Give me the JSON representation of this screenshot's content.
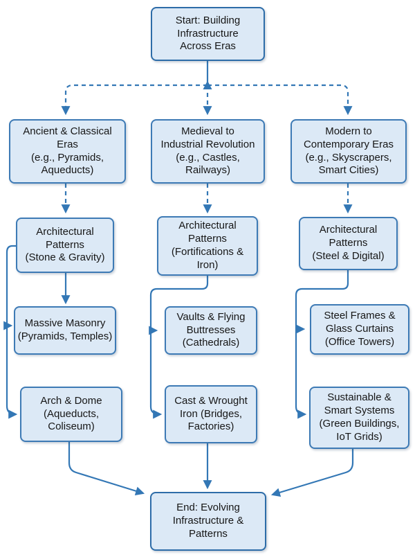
{
  "diagram": {
    "type": "flowchart",
    "direction": "top-down",
    "colors": {
      "background": "#ffffff",
      "node_fill": "#dce9f6",
      "node_border": "#3d7ab5",
      "terminal_border": "#2d6ca8",
      "edge": "#3377b5",
      "text": "#161616"
    },
    "nodes": {
      "start": {
        "label": "Start: Building\nInfrastructure\nAcross Eras",
        "role": "start"
      },
      "era_ancient": {
        "label": "Ancient & Classical\nEras\n(e.g., Pyramids,\nAqueducts)",
        "role": "branch"
      },
      "era_medieval": {
        "label": "Medieval to\nIndustrial Revolution\n(e.g., Castles,\nRailways)",
        "role": "branch"
      },
      "era_modern": {
        "label": "Modern to\nContemporary Eras\n(e.g., Skyscrapers,\nSmart Cities)",
        "role": "branch"
      },
      "patterns_ancient": {
        "label": "Architectural\nPatterns\n(Stone & Gravity)",
        "role": "process"
      },
      "patterns_medieval": {
        "label": "Architectural\nPatterns\n(Fortifications &\nIron)",
        "role": "process"
      },
      "patterns_modern": {
        "label": "Architectural\nPatterns\n(Steel & Digital)",
        "role": "process"
      },
      "massive_masonry": {
        "label": "Massive Masonry\n(Pyramids, Temples)",
        "role": "process"
      },
      "arch_dome": {
        "label": "Arch & Dome\n(Aqueducts,\nColiseum)",
        "role": "process"
      },
      "vaults_buttresses": {
        "label": "Vaults & Flying\nButtresses\n(Cathedrals)",
        "role": "process"
      },
      "cast_wrought_iron": {
        "label": "Cast & Wrought\nIron (Bridges,\nFactories)",
        "role": "process"
      },
      "steel_glass": {
        "label": "Steel Frames &\nGlass Curtains\n(Office Towers)",
        "role": "process"
      },
      "sustainable_smart": {
        "label": "Sustainable &\nSmart Systems\n(Green Buildings,\nIoT Grids)",
        "role": "process"
      },
      "end": {
        "label": "End: Evolving\nInfrastructure &\nPatterns",
        "role": "end"
      }
    },
    "edges": [
      {
        "from": "start",
        "to": "era_ancient",
        "style": "dashed"
      },
      {
        "from": "start",
        "to": "era_medieval",
        "style": "dashed"
      },
      {
        "from": "start",
        "to": "era_modern",
        "style": "dashed"
      },
      {
        "from": "era_ancient",
        "to": "patterns_ancient",
        "style": "dashed"
      },
      {
        "from": "era_medieval",
        "to": "patterns_medieval",
        "style": "dashed"
      },
      {
        "from": "era_modern",
        "to": "patterns_modern",
        "style": "dashed"
      },
      {
        "from": "patterns_ancient",
        "to": "massive_masonry",
        "style": "solid"
      },
      {
        "from": "patterns_ancient",
        "to": "arch_dome",
        "style": "solid"
      },
      {
        "from": "patterns_medieval",
        "to": "vaults_buttresses",
        "style": "solid"
      },
      {
        "from": "patterns_medieval",
        "to": "cast_wrought_iron",
        "style": "solid"
      },
      {
        "from": "patterns_modern",
        "to": "steel_glass",
        "style": "solid"
      },
      {
        "from": "patterns_modern",
        "to": "sustainable_smart",
        "style": "solid"
      },
      {
        "from": "arch_dome",
        "to": "end",
        "style": "solid"
      },
      {
        "from": "cast_wrought_iron",
        "to": "end",
        "style": "solid"
      },
      {
        "from": "sustainable_smart",
        "to": "end",
        "style": "solid"
      }
    ]
  }
}
